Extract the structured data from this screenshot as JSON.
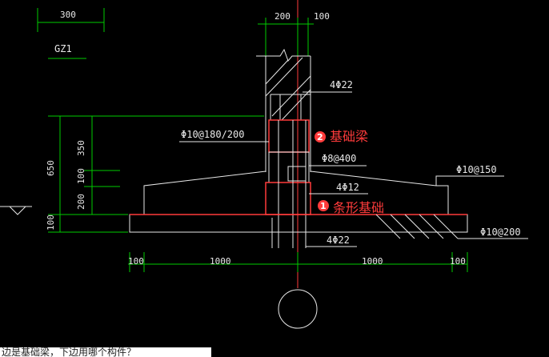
{
  "drawing": {
    "top_dim": "300",
    "column_label": "GZ1",
    "dim_200": "200",
    "dim_100_top": "100",
    "rebar_top": "4Φ22",
    "stirrup_label": "Φ10@180/200",
    "dim_350": "350",
    "dim_650": "650",
    "dim_100_mid": "100",
    "dim_200_left": "200",
    "dim_100_left": "100",
    "tie_label": "Φ8@400",
    "right_stirrup": "Φ10@150",
    "mid_rebar": "4Φ12",
    "bottom_rebar": "4Φ22",
    "base_rebar": "Φ10@200",
    "dim_bottom_100_left": "100",
    "dim_bottom_1000_left": "1000",
    "dim_bottom_1000_right": "1000",
    "dim_bottom_100_right": "100"
  },
  "annotations": {
    "badge1": "1",
    "label1": "条形基础",
    "badge2": "2",
    "label2": "基础梁"
  },
  "colors": {
    "line": "#e8e8e8",
    "dim": "#00cc00",
    "highlight": "#ff3b3b",
    "axis": "#ff3b3b"
  },
  "caption": "边是基础梁，下边用哪个构件？"
}
